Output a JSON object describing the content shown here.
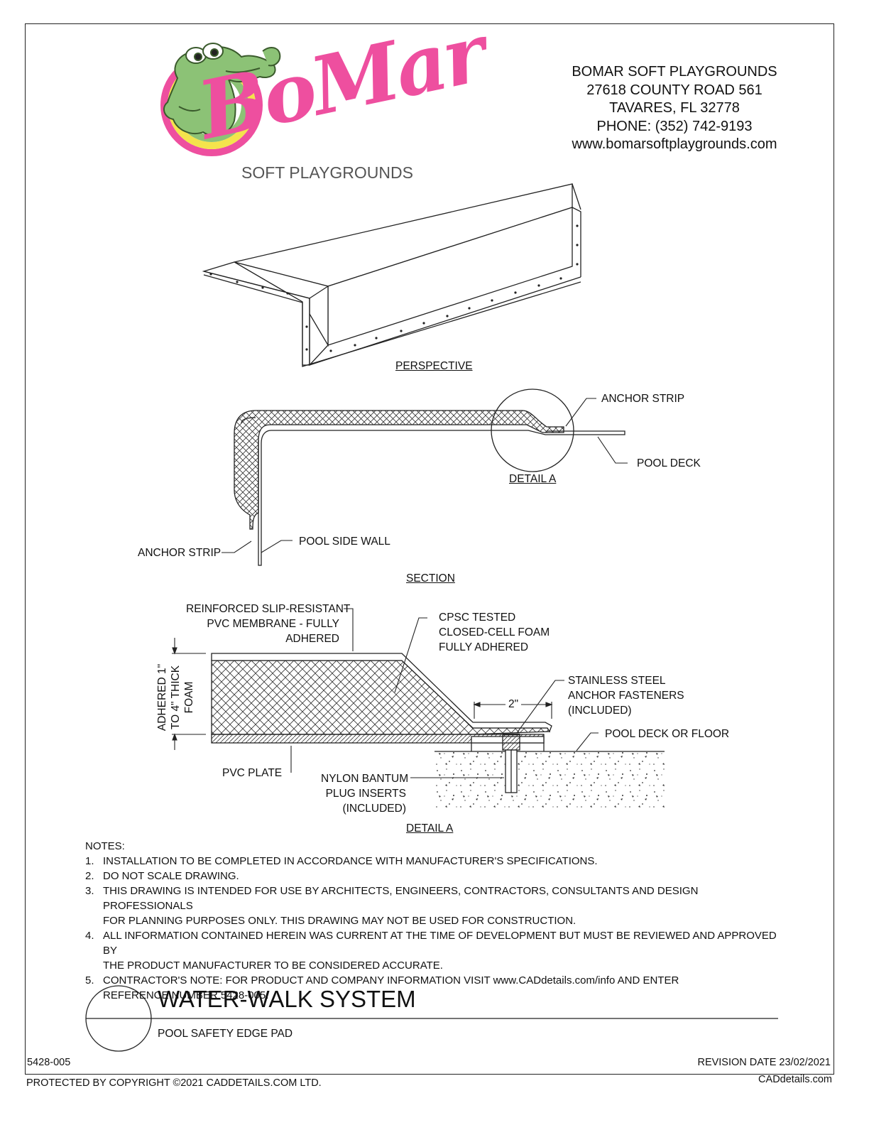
{
  "logo": {
    "brand": "BoMar",
    "tagline": "SOFT PLAYGROUNDS",
    "mascot": "alligator-mascot-icon",
    "colors": {
      "pink": "#ee4f9f",
      "green": "#8cc276",
      "yellow": "#f4e44c"
    }
  },
  "company": {
    "name": "BOMAR SOFT PLAYGROUNDS",
    "address1": "27618 COUNTY ROAD 561",
    "address2": "TAVARES, FL 32778",
    "phone": "PHONE: (352) 742-9193",
    "website": "www.bomarsoftplaygrounds.com"
  },
  "views": {
    "perspective": "PERSPECTIVE",
    "section": "SECTION",
    "detail_ref": "DETAIL A",
    "detail_title": "DETAIL A"
  },
  "section_labels": {
    "anchor_strip_top": "ANCHOR STRIP",
    "pool_deck": "POOL DECK",
    "anchor_strip_side": "ANCHOR STRIP",
    "pool_side_wall": "POOL SIDE WALL"
  },
  "detail_labels": {
    "membrane": [
      "REINFORCED SLIP-RESISTANT",
      "PVC MEMBRANE - FULLY",
      "ADHERED"
    ],
    "foam": [
      "CPSC TESTED",
      "CLOSED-CELL FOAM",
      "FULLY ADHERED"
    ],
    "fasteners": [
      "STAINLESS STEEL",
      "ANCHOR FASTENERS",
      "(INCLUDED)"
    ],
    "deck": "POOL DECK OR FLOOR",
    "thickness": [
      "ADHERED 1\"",
      "TO 4\" THICK",
      "FOAM"
    ],
    "plate": "PVC PLATE",
    "plugs": [
      "NYLON BANTUM",
      "PLUG INSERTS",
      "(INCLUDED)"
    ],
    "dimension": "2\""
  },
  "notes": {
    "heading": "NOTES:",
    "items": [
      {
        "num": "1.",
        "lines": [
          "INSTALLATION TO BE COMPLETED IN ACCORDANCE WITH MANUFACTURER'S SPECIFICATIONS."
        ]
      },
      {
        "num": "2.",
        "lines": [
          "DO NOT SCALE DRAWING."
        ]
      },
      {
        "num": "3.",
        "lines": [
          "THIS DRAWING IS INTENDED FOR USE BY ARCHITECTS, ENGINEERS, CONTRACTORS, CONSULTANTS AND DESIGN PROFESSIONALS",
          "FOR PLANNING PURPOSES ONLY.  THIS DRAWING MAY NOT BE USED FOR CONSTRUCTION."
        ]
      },
      {
        "num": "4.",
        "lines": [
          "ALL INFORMATION CONTAINED HEREIN WAS CURRENT AT THE TIME OF DEVELOPMENT BUT MUST BE REVIEWED AND APPROVED BY",
          "THE PRODUCT MANUFACTURER TO BE CONSIDERED ACCURATE."
        ]
      },
      {
        "num": "5.",
        "lines": [
          "CONTRACTOR'S NOTE: FOR PRODUCT AND COMPANY INFORMATION VISIT www.CADdetails.com/info AND ENTER",
          "REFERENCE NUMBER 5428-005."
        ]
      }
    ]
  },
  "title_block": {
    "title": "WATER-WALK SYSTEM",
    "subtitle": "POOL SAFETY EDGE PAD"
  },
  "footer": {
    "ref": "5428-005",
    "revision": "REVISION DATE 23/02/2021",
    "copyright": "PROTECTED BY COPYRIGHT ©2021 CADDETAILS.COM LTD.",
    "brand": "CADdetails.com"
  }
}
